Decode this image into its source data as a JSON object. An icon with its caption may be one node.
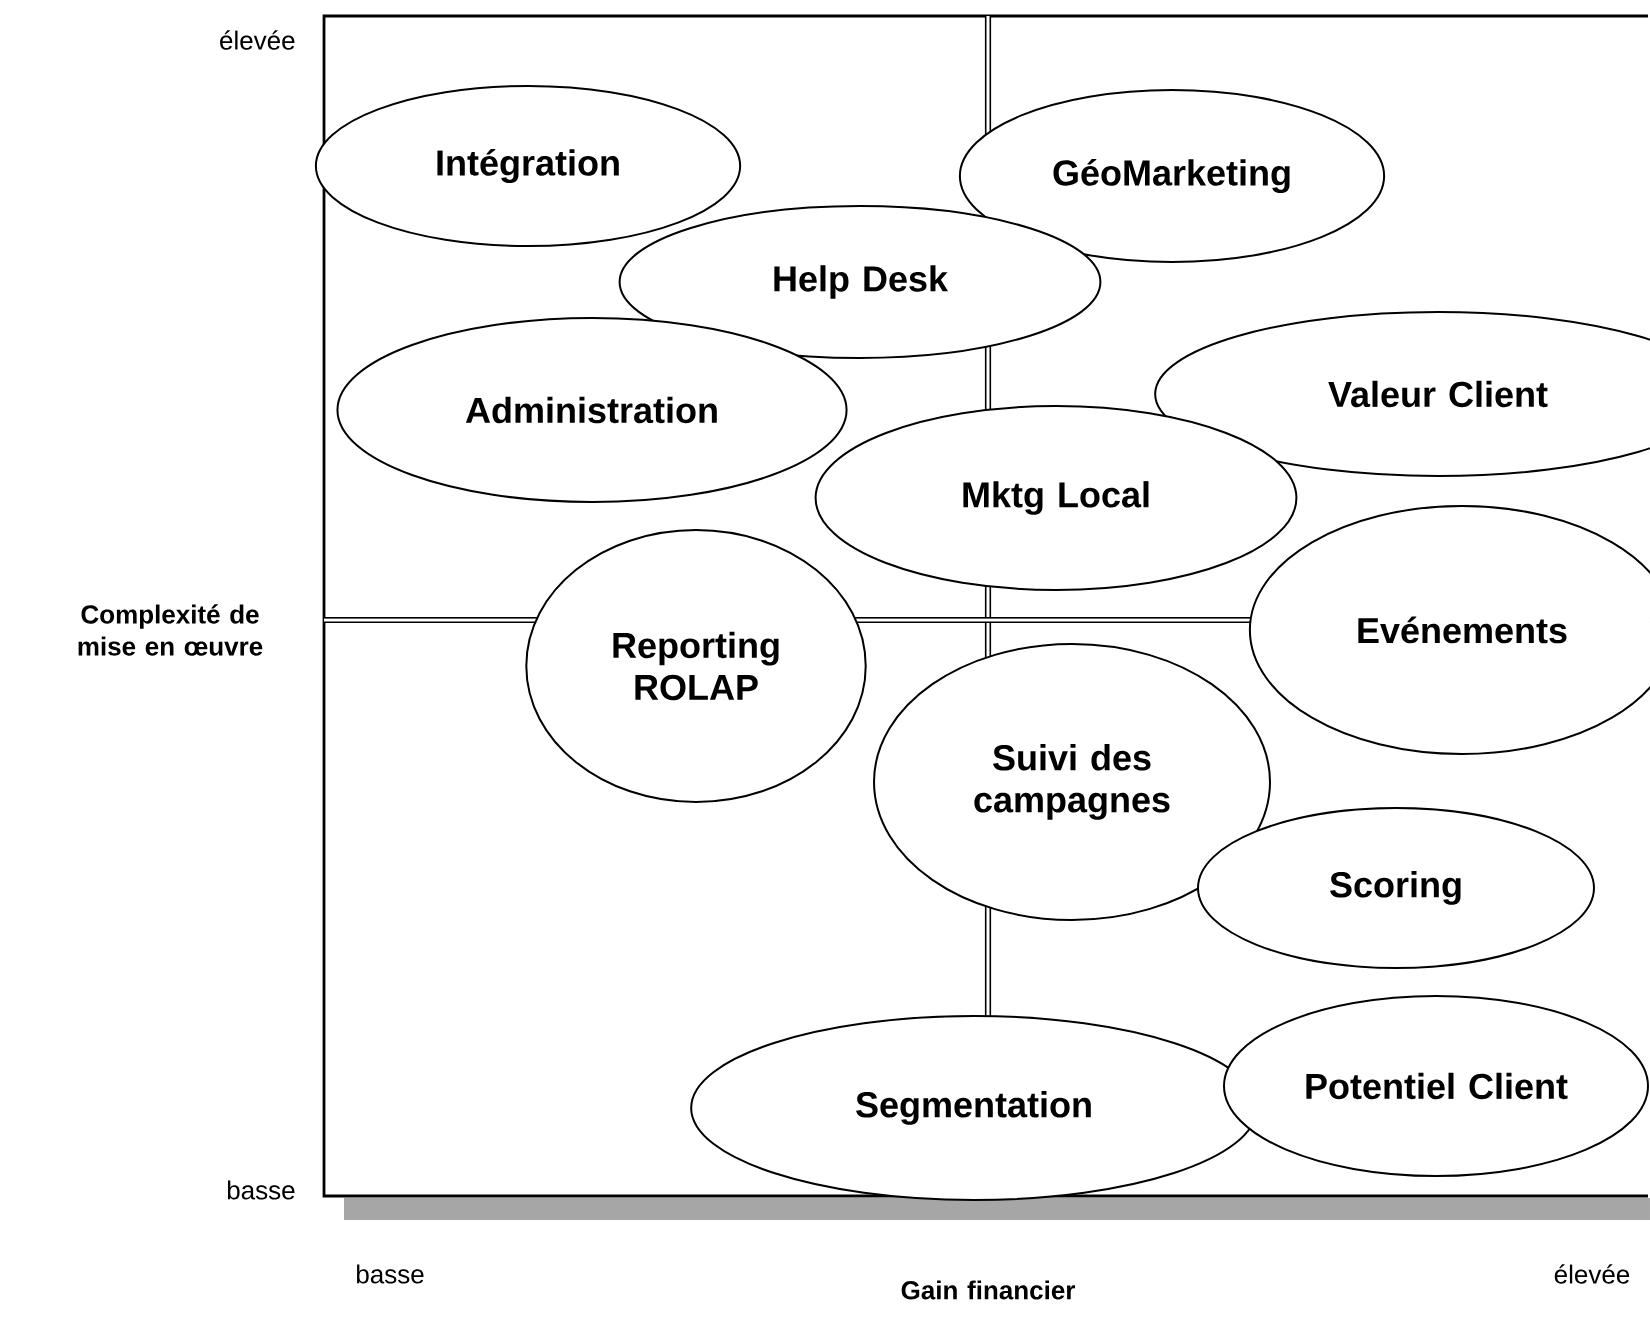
{
  "diagram": {
    "nodes": [
      {
        "text": [
          "Intégration"
        ]
      },
      {
        "text": [
          "GéoMarketing"
        ]
      },
      {
        "text": [
          "Help Desk"
        ]
      },
      {
        "text": [
          "Administration"
        ]
      },
      {
        "text": [
          "Valeur Client"
        ]
      },
      {
        "text": [
          "Mktg Local"
        ]
      },
      {
        "text": [
          "Reporting ROLAP"
        ]
      },
      {
        "text": [
          "Evénements"
        ]
      },
      {
        "text": [
          "Suivi des campagnes"
        ]
      },
      {
        "text": [
          "Scoring"
        ]
      },
      {
        "text": [
          "Segmentation"
        ]
      },
      {
        "text": [
          "Potentiel Client"
        ]
      }
    ],
    "labels": [
      "élevée",
      "Complexité de mise en œuvre",
      "basse",
      "basse",
      "Gain financier",
      "élevée"
    ]
  }
}
